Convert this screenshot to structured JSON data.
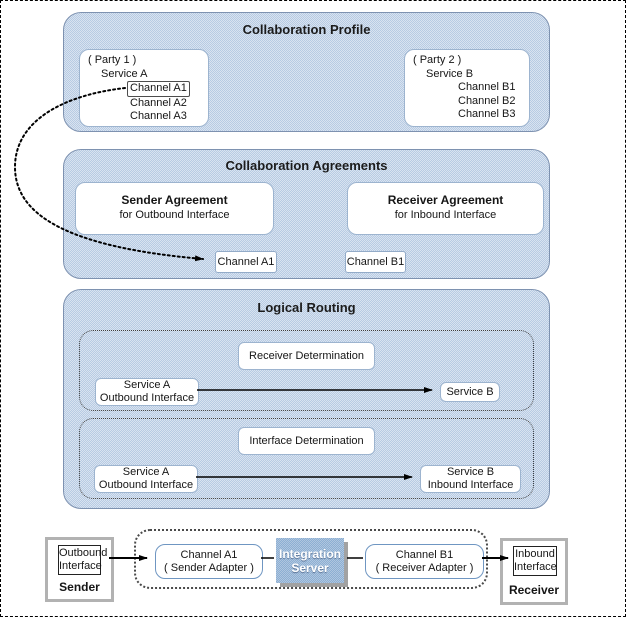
{
  "diagram": {
    "profile": {
      "title": "Collaboration Profile",
      "party1": {
        "label": "( Party 1 )",
        "service": "Service A",
        "channels": [
          "Channel A1",
          "Channel A2",
          "Channel A3"
        ]
      },
      "party2": {
        "label": "( Party 2 )",
        "service": "Service B",
        "channels": [
          "Channel B1",
          "Channel B2",
          "Channel B3"
        ]
      }
    },
    "agreements": {
      "title": "Collaboration Agreements",
      "sender_agreement": {
        "title": "Sender Agreement",
        "subtitle": "for Outbound Interface"
      },
      "receiver_agreement": {
        "title": "Receiver Agreement",
        "subtitle": "for Inbound Interface"
      },
      "channel_a": "Channel A1",
      "channel_b": "Channel B1"
    },
    "routing": {
      "title": "Logical Routing",
      "step1": {
        "box": "Receiver Determination",
        "source_line1": "Service A",
        "source_line2": "Outbound Interface",
        "target_line1": "Service B"
      },
      "step2": {
        "box": "Interface Determination",
        "source_line1": "Service A",
        "source_line2": "Outbound Interface",
        "target_line1": "Service B",
        "target_line2": "Inbound Interface"
      }
    },
    "transport": {
      "sender": {
        "label": "Sender",
        "interface_line1": "Outbound",
        "interface_line2": "Interface"
      },
      "receiver": {
        "label": "Receiver",
        "interface_line1": "Inbound",
        "interface_line2": "Interface"
      },
      "channel_a": {
        "line1": "Channel A1",
        "line2": "( Sender Adapter )"
      },
      "channel_b": {
        "line1": "Channel B1",
        "line2": "( Receiver Adapter )"
      },
      "server": {
        "line1": "Integration",
        "line2": "Server"
      }
    },
    "colors": {
      "panel_blue_dark": "#b7cbe3",
      "panel_blue_light": "#d9e3f0",
      "panel_border": "#7e92b0",
      "white_box_border": "#9db4cf",
      "server_blue": "#8cafd3",
      "arrow": "#000000"
    }
  }
}
